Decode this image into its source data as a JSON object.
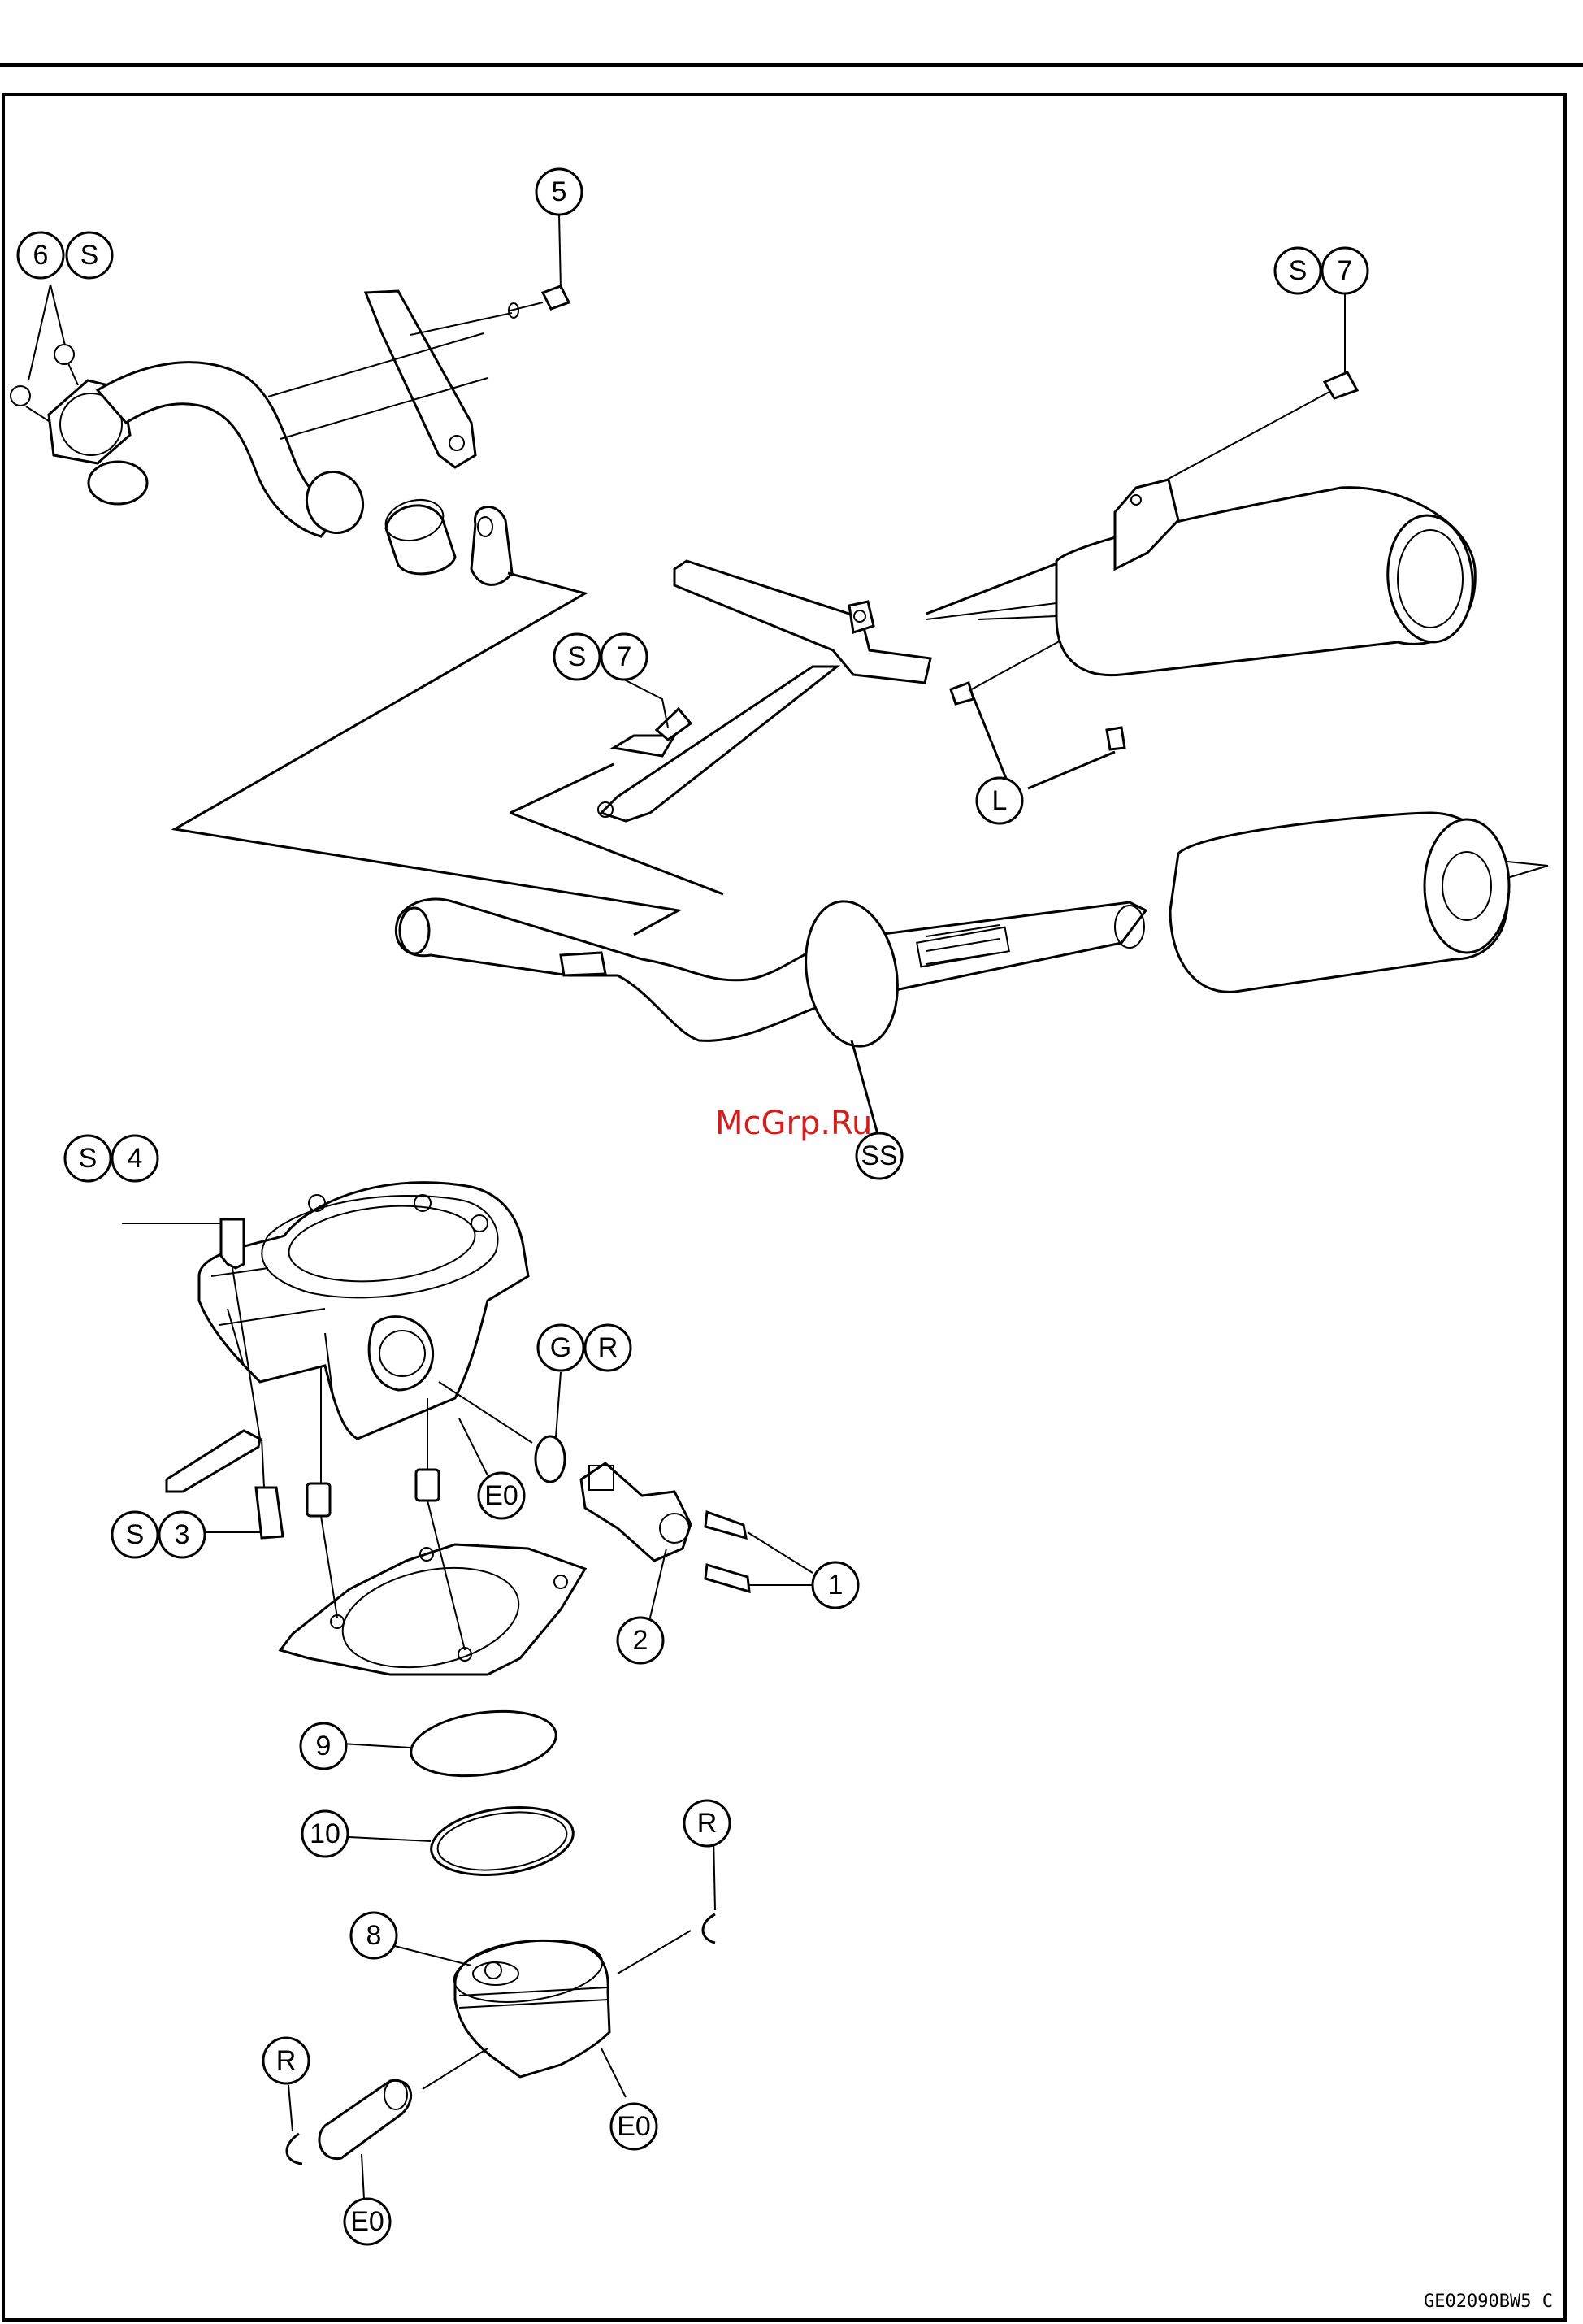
{
  "watermark": "McGrp.Ru",
  "figure_code": "GE02090BW5 C",
  "callouts": {
    "c6": "6",
    "cS_a": "S",
    "c5": "5",
    "cS_b": "S",
    "c7_b": "7",
    "cS_c": "S",
    "c7_c": "7",
    "cL": "L",
    "cSS": "SS",
    "cS_d": "S",
    "c4": "4",
    "cG": "G",
    "cR_a": "R",
    "cE0_a": "E0",
    "cS_e": "S",
    "c3": "3",
    "c1": "1",
    "c2": "2",
    "c9": "9",
    "c10": "10",
    "cR_b": "R",
    "c8": "8",
    "cR_c": "R",
    "cE0_b": "E0",
    "cE0_c": "E0"
  },
  "colors": {
    "line": "#000000",
    "watermark": "#d21d1d",
    "background": "#ffffff"
  }
}
